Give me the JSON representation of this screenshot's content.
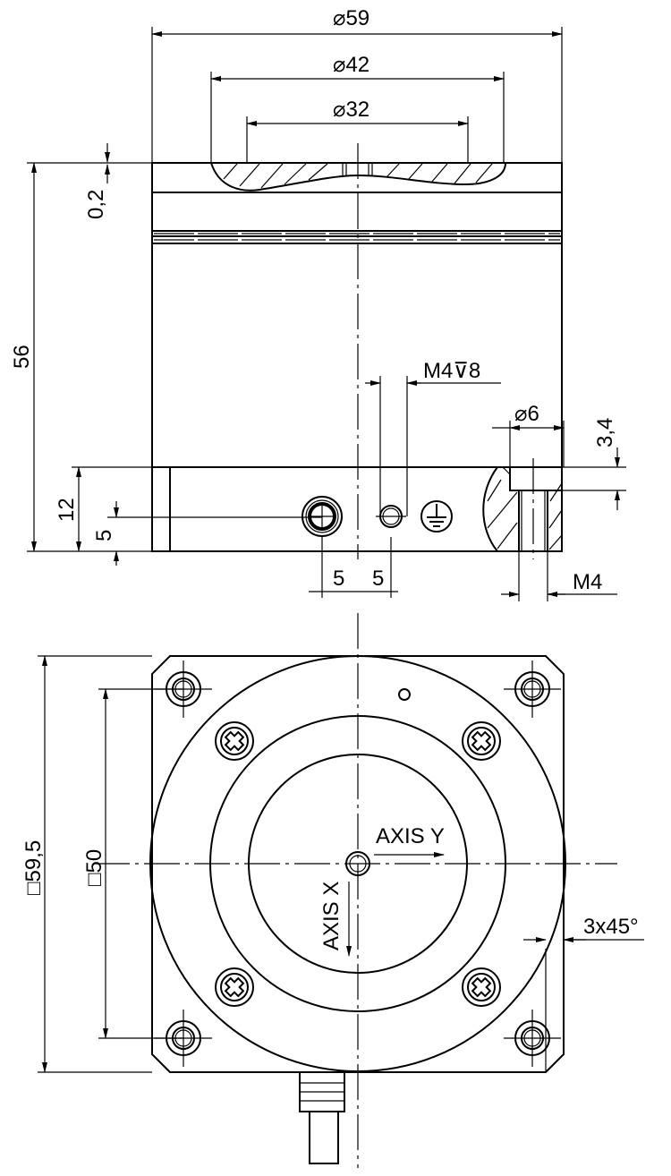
{
  "side_view": {
    "dim_d59": "⌀59",
    "dim_d42": "⌀42",
    "dim_d32": "⌀32",
    "dim_gap": "0,2",
    "dim_height": "56",
    "dim_base": "12",
    "dim_port_height": "5",
    "dim_thread": "M4⊽8",
    "dim_d6": "⌀6",
    "dim_counterbore": "3,4",
    "dim_m4": "M4",
    "dim_offset_left": "5",
    "dim_offset_right": "5"
  },
  "bottom_view": {
    "dim_outer_square": "□59,5",
    "dim_hole_square": "□50",
    "axis_y": "AXIS Y",
    "axis_x": "AXIS X",
    "dim_chamfer": "3x45°"
  }
}
